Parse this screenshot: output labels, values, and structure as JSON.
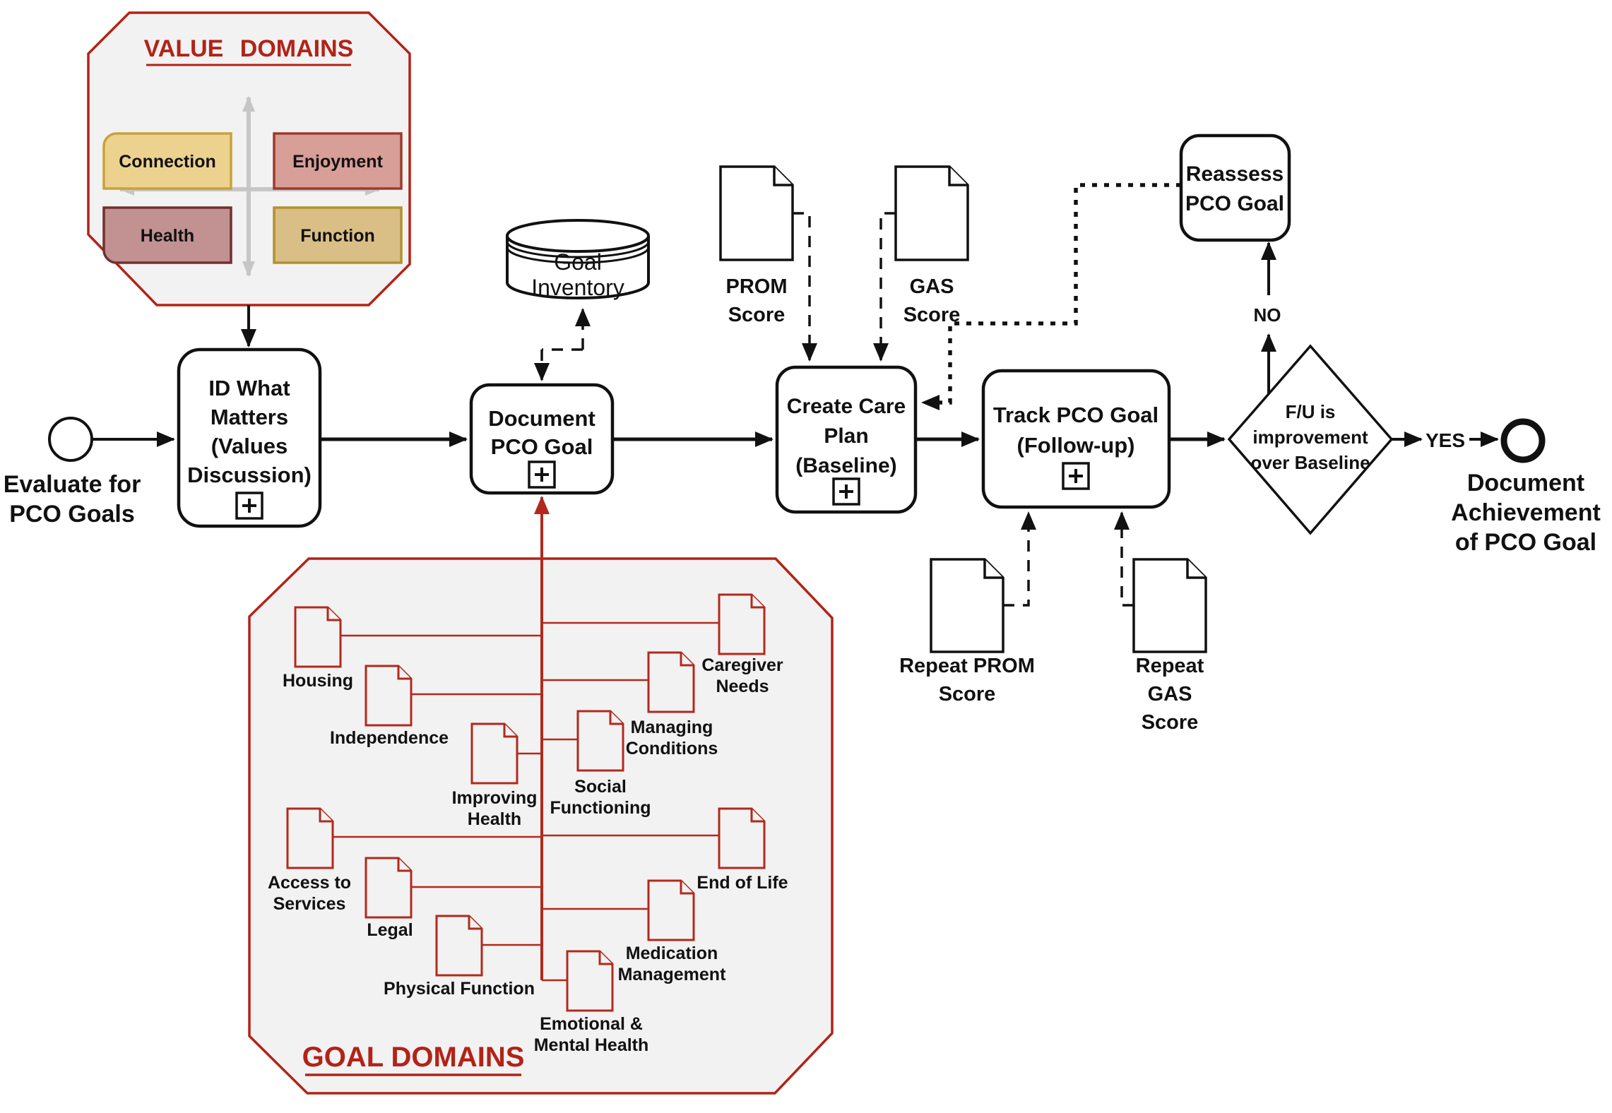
{
  "colors": {
    "accent_red": "#b22318",
    "panel_fill": "#f2f2f2",
    "axis_gray": "#c6c6c6",
    "ink": "#111111",
    "quad_connection_fill": "#ecd28e",
    "quad_connection_stroke": "#c9a13b",
    "quad_enjoyment_fill": "#d89e98",
    "quad_enjoyment_stroke": "#9e3a2b",
    "quad_health_fill": "#c29191",
    "quad_health_stroke": "#713030",
    "quad_function_fill": "#d9bf86",
    "quad_function_stroke": "#b2912f"
  },
  "diagram": {
    "value_domains": {
      "title": "VALUE DOMAINS",
      "quadrants": [
        {
          "label": "Connection",
          "fill": "#ecd28e"
        },
        {
          "label": "Enjoyment",
          "fill": "#d89e98"
        },
        {
          "label": "Health",
          "fill": "#c29191"
        },
        {
          "label": "Function",
          "fill": "#d9bf86"
        }
      ]
    },
    "start_event": {
      "label": [
        "Evaluate for",
        "PCO Goals"
      ]
    },
    "tasks": {
      "id_what_matters": {
        "lines": [
          "ID What",
          "Matters",
          "(Values",
          "Discussion)"
        ]
      },
      "document_pco_goal": {
        "lines": [
          "Document",
          "PCO Goal"
        ]
      },
      "create_care_plan": {
        "lines": [
          "Create Care",
          "Plan",
          "(Baseline)"
        ]
      },
      "track_pco_goal": {
        "lines": [
          "Track PCO Goal",
          "(Follow-up)"
        ]
      },
      "reassess_pco_goal": {
        "lines": [
          "Reassess",
          "PCO Goal"
        ]
      }
    },
    "datastore": {
      "lines": [
        "Goal",
        "Inventory"
      ]
    },
    "documents": {
      "prom": {
        "lines": [
          "PROM",
          "Score"
        ]
      },
      "gas": {
        "lines": [
          "GAS",
          "Score"
        ]
      },
      "repeat_prom": {
        "lines": [
          "Repeat PROM",
          "Score"
        ]
      },
      "repeat_gas": {
        "lines": [
          "Repeat",
          "GAS",
          "Score"
        ]
      }
    },
    "gateway": {
      "lines": [
        "F/U is",
        "improvement",
        "over Baseline"
      ],
      "no_label": "NO",
      "yes_label": "YES"
    },
    "end_event": {
      "label": [
        "Document",
        "Achievement",
        "of PCO Goal"
      ]
    },
    "goal_domains": {
      "title": "GOAL DOMAINS",
      "items": [
        {
          "id": "housing",
          "label": [
            "Housing"
          ]
        },
        {
          "id": "independence",
          "label": [
            "Independence"
          ]
        },
        {
          "id": "improving-health",
          "label": [
            "Improving",
            "Health"
          ]
        },
        {
          "id": "social-functioning",
          "label": [
            "Social",
            "Functioning"
          ]
        },
        {
          "id": "managing-conditions",
          "label": [
            "Managing",
            "Conditions"
          ]
        },
        {
          "id": "caregiver-needs",
          "label": [
            "Caregiver",
            "Needs"
          ]
        },
        {
          "id": "access-to-services",
          "label": [
            "Access to",
            "Services"
          ]
        },
        {
          "id": "legal",
          "label": [
            "Legal"
          ]
        },
        {
          "id": "physical-function",
          "label": [
            "Physical Function"
          ]
        },
        {
          "id": "emotional-mental-health",
          "label": [
            "Emotional &",
            "Mental Health"
          ]
        },
        {
          "id": "medication-management",
          "label": [
            "Medication",
            "Management"
          ]
        },
        {
          "id": "end-of-life",
          "label": [
            "End of Life"
          ]
        }
      ]
    }
  }
}
